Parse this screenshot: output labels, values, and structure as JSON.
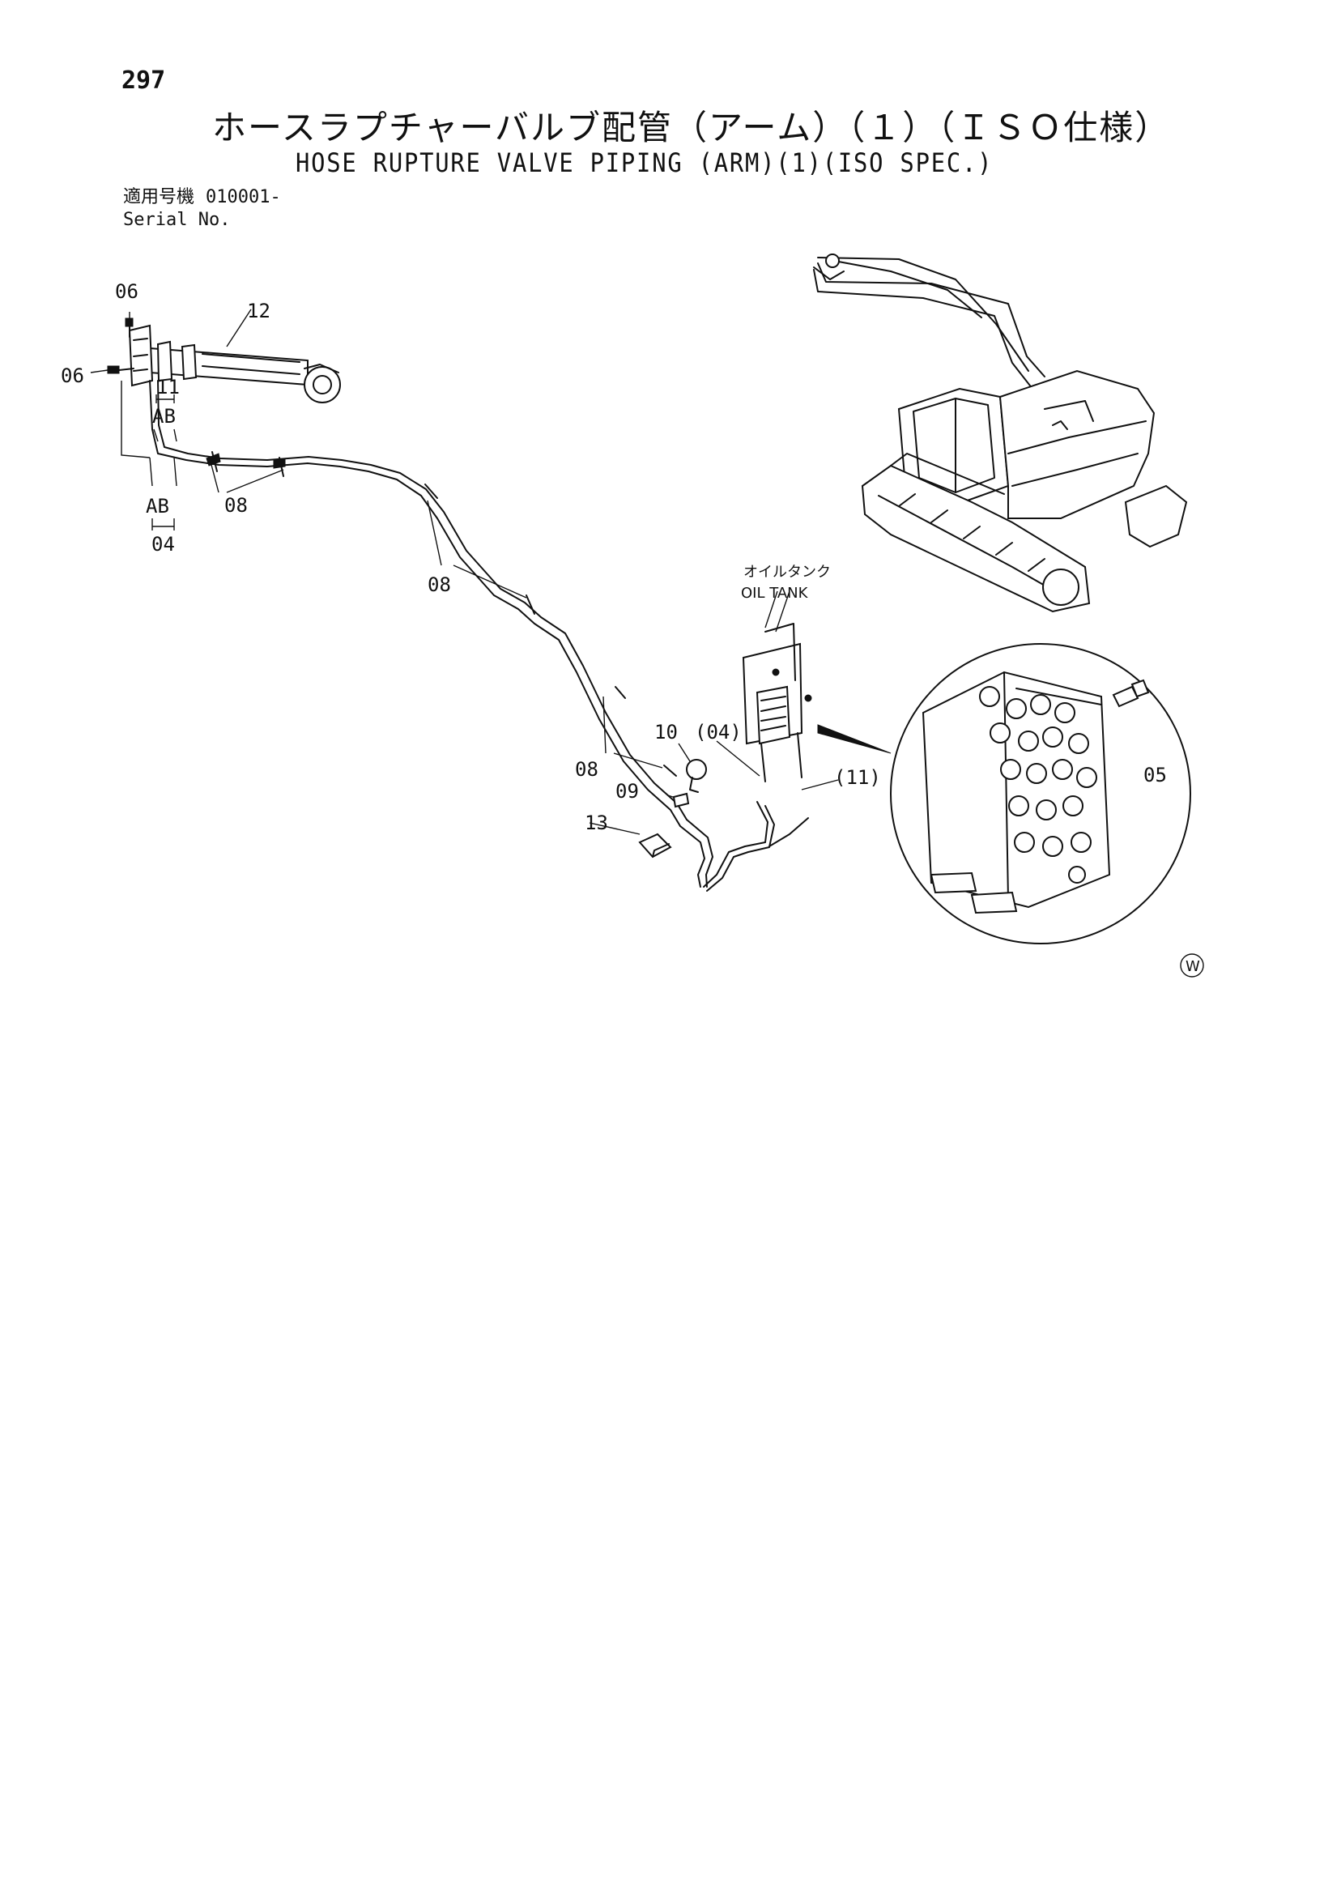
{
  "header": {
    "page_number": "297",
    "title_jp": "ホースラプチャーバルブ配管（アーム）（１）（ＩＳＯ仕様）",
    "title_en": "HOSE RUPTURE VALVE PIPING (ARM)(1)(ISO SPEC.)",
    "serial_label_jp": "適用号機",
    "serial_value": "010001-",
    "serial_label_en": "Serial No."
  },
  "diagram": {
    "labels": {
      "l06_top": "06",
      "l06_left": "06",
      "l12": "12",
      "l11": "11",
      "ab_top": "AB",
      "ab_bottom": "AB",
      "l04": "04",
      "l08_a": "08",
      "l08_b": "08",
      "l08_c": "08",
      "l10": "10",
      "l04_paren": "(04)",
      "l11_paren": "(11)",
      "l09": "09",
      "l13": "13",
      "l05": "05",
      "oil_tank_jp": "オイルタンク",
      "oil_tank_en": "OIL TANK",
      "corner_mark": "W"
    }
  }
}
